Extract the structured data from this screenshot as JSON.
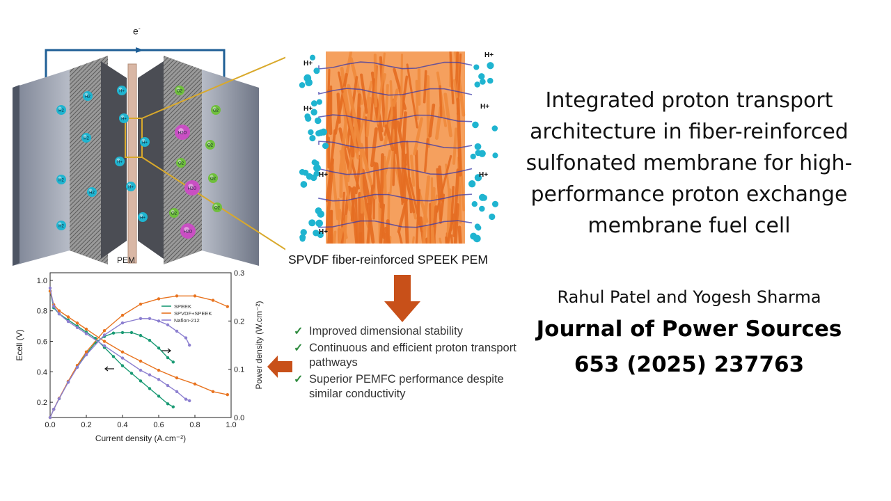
{
  "paper": {
    "title_lines": [
      "Integrated proton transport",
      "architecture in fiber-reinforced",
      "sulfonated membrane for high-",
      "performance proton exchange",
      "membrane fuel cell"
    ],
    "authors": "Rahul Patel and Yogesh Sharma",
    "journal": "Journal of Power Sources",
    "citation": "653 (2025) 237763"
  },
  "figure": {
    "pem_label": "PEM",
    "electron_label": "e",
    "electron_sup": "-",
    "membrane_caption": "SPVDF fiber-reinforced SPEEK PEM",
    "molecules": {
      "h2": "H2",
      "h_plus": "H+",
      "o2": "O2",
      "h2o": "H2O"
    },
    "colors": {
      "cyan_ion": "#1fb4d0",
      "pink_water": "#c94fc3",
      "green_o2": "#6fbf3c",
      "arrow_orange": "#c85019",
      "fiber_orange": "#f08a3c"
    },
    "highlights": [
      "Improved dimensional stability",
      "Continuous and efficient proton transport pathways",
      "Superior PEMFC performance despite similar conductivity"
    ]
  },
  "chart_data": {
    "type": "line",
    "xlabel": "Current density (A.cm⁻²)",
    "ylabel_left": "Ecell (V)",
    "ylabel_right": "Power density (W.cm⁻²)",
    "xlim": [
      0,
      1.0
    ],
    "ylim_left": [
      0.1,
      1.05
    ],
    "ylim_right": [
      0,
      0.3
    ],
    "x_ticks": [
      "0.0",
      "0.2",
      "0.4",
      "0.6",
      "0.8",
      "1.0"
    ],
    "y_left_ticks": [
      "0.2",
      "0.4",
      "0.6",
      "0.8",
      "1.0"
    ],
    "y_right_ticks": [
      "0.0",
      "0.1",
      "0.2",
      "0.3"
    ],
    "legend_position": "upper-right",
    "series": [
      {
        "name": "SPEEK",
        "color": "#1a9a74",
        "x": [
          0,
          0.02,
          0.05,
          0.1,
          0.15,
          0.2,
          0.25,
          0.3,
          0.35,
          0.4,
          0.45,
          0.5,
          0.55,
          0.6,
          0.65,
          0.68
        ],
        "voltage": [
          0.93,
          0.82,
          0.78,
          0.74,
          0.7,
          0.66,
          0.62,
          0.56,
          0.5,
          0.44,
          0.39,
          0.34,
          0.29,
          0.24,
          0.19,
          0.17
        ],
        "power": [
          0,
          0.017,
          0.039,
          0.074,
          0.105,
          0.132,
          0.155,
          0.168,
          0.175,
          0.176,
          0.176,
          0.17,
          0.16,
          0.144,
          0.124,
          0.115
        ]
      },
      {
        "name": "SPVDF+SPEEK",
        "color": "#e8731f",
        "x": [
          0,
          0.02,
          0.05,
          0.1,
          0.15,
          0.2,
          0.3,
          0.4,
          0.5,
          0.6,
          0.7,
          0.8,
          0.9,
          0.98
        ],
        "voltage": [
          0.93,
          0.84,
          0.8,
          0.76,
          0.72,
          0.68,
          0.6,
          0.53,
          0.47,
          0.41,
          0.36,
          0.32,
          0.27,
          0.25
        ],
        "power": [
          0,
          0.017,
          0.04,
          0.075,
          0.108,
          0.136,
          0.18,
          0.212,
          0.235,
          0.246,
          0.252,
          0.252,
          0.243,
          0.23
        ]
      },
      {
        "name": "Nafion-212",
        "color": "#8c7fd0",
        "x": [
          0,
          0.02,
          0.05,
          0.1,
          0.15,
          0.2,
          0.3,
          0.4,
          0.5,
          0.55,
          0.6,
          0.65,
          0.7,
          0.75,
          0.77
        ],
        "voltage": [
          0.95,
          0.83,
          0.78,
          0.73,
          0.69,
          0.65,
          0.57,
          0.49,
          0.41,
          0.38,
          0.35,
          0.31,
          0.27,
          0.22,
          0.21
        ],
        "power": [
          0,
          0.017,
          0.039,
          0.073,
          0.104,
          0.13,
          0.171,
          0.196,
          0.205,
          0.205,
          0.2,
          0.192,
          0.179,
          0.165,
          0.15
        ]
      }
    ]
  }
}
